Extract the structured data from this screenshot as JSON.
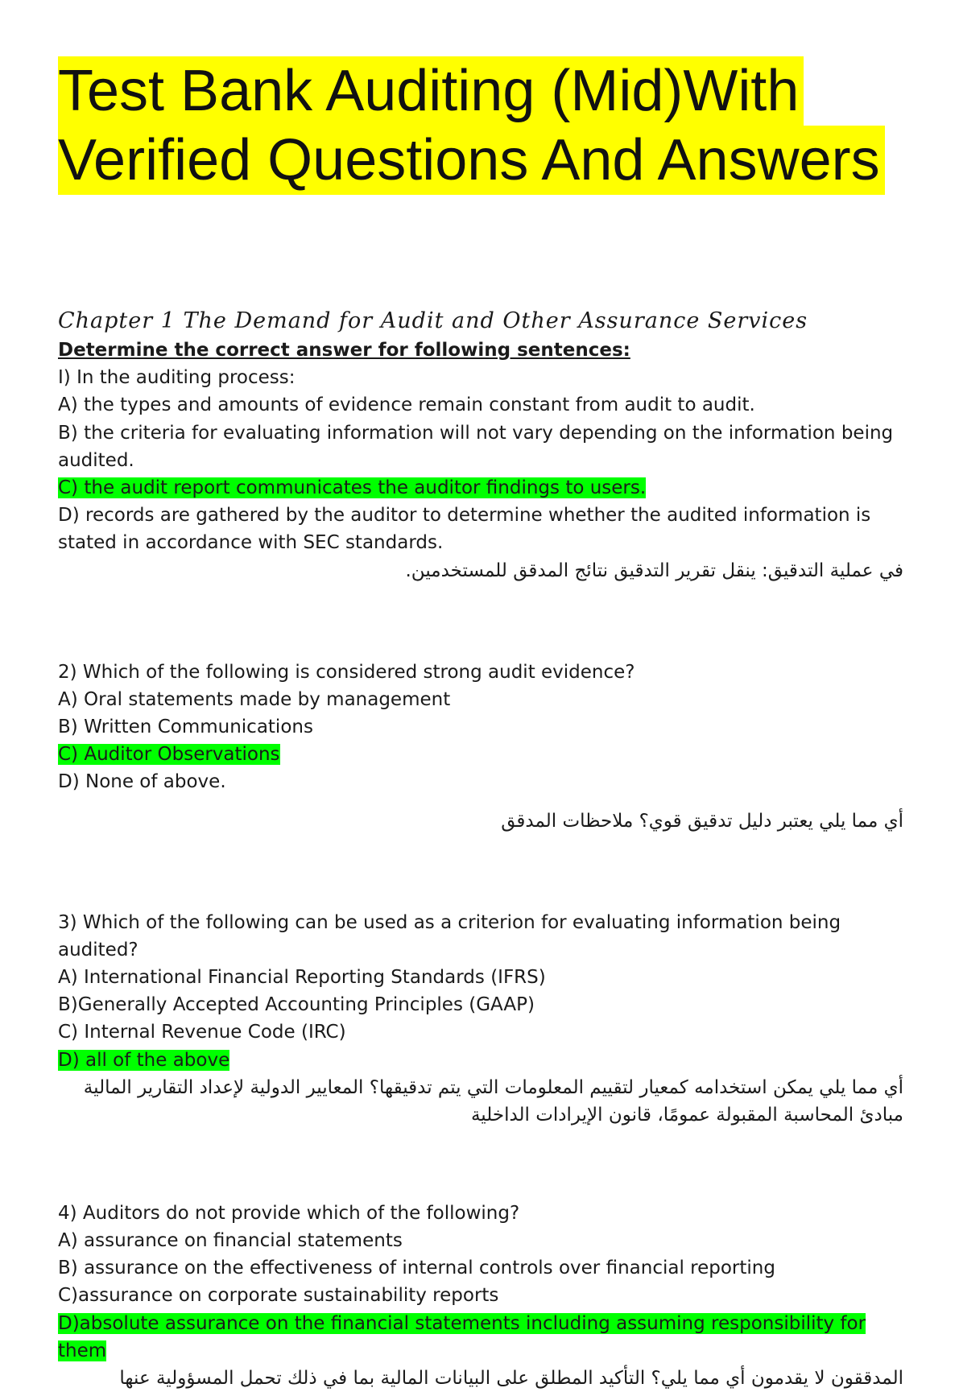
{
  "title": {
    "line1": "Test Bank Auditing (Mid)With",
    "line2": "Verified Questions And Answers"
  },
  "chapter": "Chapter 1 The Demand for Audit and Other Assurance Services",
  "instruction": "Determine the correct answer for following sentences:",
  "highlight_colors": {
    "title": "#ffff00",
    "answer": "#00ff00"
  },
  "questions": [
    {
      "stem": "I) In the auditing process:",
      "options": [
        "A) the types and amounts of evidence remain constant from audit to audit.",
        "B) the criteria for evaluating information will not vary depending on the information being audited.",
        "C) the audit report communicates the auditor findings to users.",
        "D) records are gathered by the auditor to determine whether the audited information is stated in accordance with SEC standards."
      ],
      "correct_index": 2,
      "arabic": [
        "في عملية التدقيق: ينقل تقرير التدقيق نتائج المدقق للمستخدمين."
      ]
    },
    {
      "stem": "2) Which of the following is considered strong audit evidence?",
      "options": [
        "A) Oral statements made by management",
        "B) Written Communications",
        "C) Auditor Observations",
        "D) None of above."
      ],
      "correct_index": 2,
      "arabic": [
        "أي مما يلي يعتبر دليل تدقيق قوي؟ ملاحظات المدقق"
      ]
    },
    {
      "stem": "3) Which of the following can be used as a criterion for evaluating information being audited?",
      "options": [
        "A) International Financial Reporting Standards (IFRS)",
        "B)Generally Accepted Accounting Principles (GAAP)",
        "C) Internal Revenue Code (IRC)",
        "D) all of the above"
      ],
      "correct_index": 3,
      "arabic": [
        "أي مما يلي يمكن استخدامه كمعيار لتقييم المعلومات التي يتم تدقيقها؟ المعايير الدولية لإعداد التقارير المالية",
        "مبادئ المحاسبة المقبولة عمومًا، قانون الإيرادات الداخلية"
      ]
    },
    {
      "stem": "4) Auditors do not provide which of the following?",
      "options": [
        "A) assurance on financial statements",
        "B) assurance on the effectiveness of internal controls over financial reporting",
        "C)assurance on corporate sustainability reports",
        "D)absolute assurance on the financial statements including assuming responsibility for them"
      ],
      "correct_index": 3,
      "arabic": [
        "المدققون لا يقدمون أي مما يلي؟ التأكيد المطلق على البيانات المالية بما في ذلك تحمل المسؤولية عنها"
      ]
    }
  ]
}
